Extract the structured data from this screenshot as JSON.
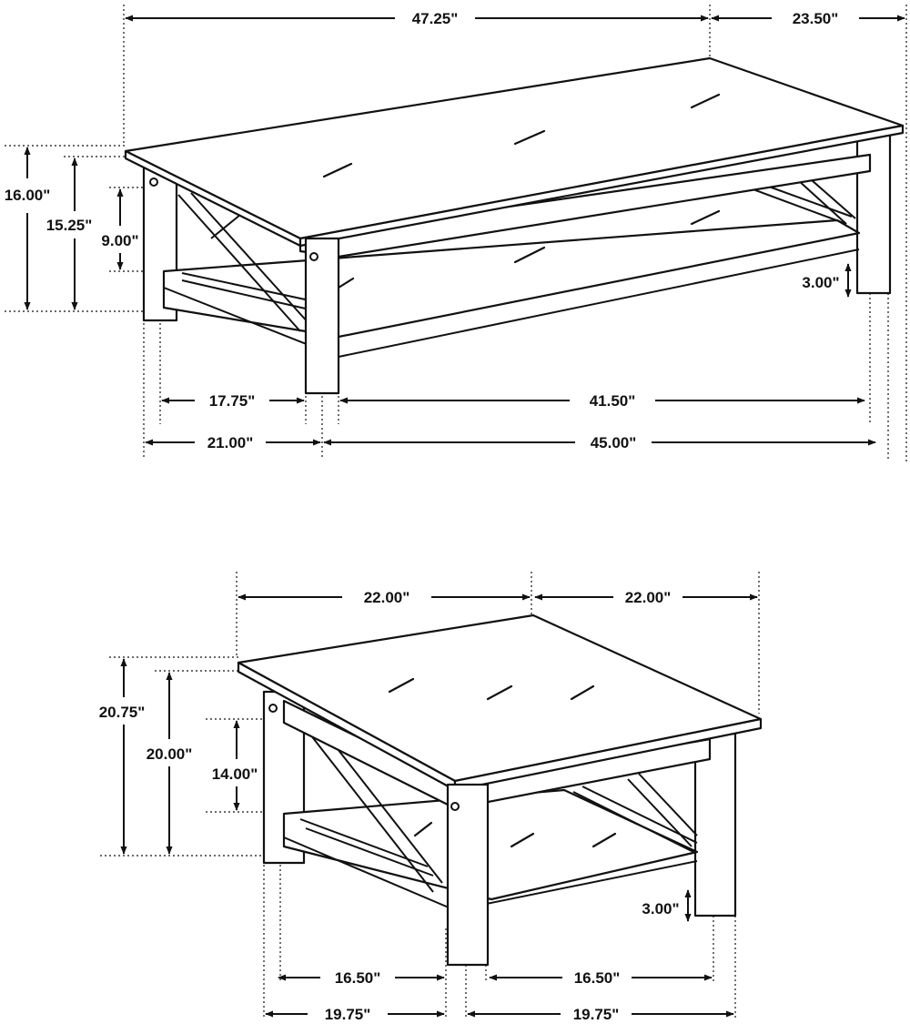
{
  "coffee_table": {
    "width_top": "47.25\"",
    "depth_top": "23.50\"",
    "height_total": "16.00\"",
    "height_frame": "15.25\"",
    "shelf_clearance": "9.00\"",
    "shelf_height": "3.00\"",
    "inner_depth": "17.75\"",
    "inner_width": "41.50\"",
    "outer_depth": "21.00\"",
    "outer_width": "45.00\""
  },
  "end_table": {
    "depth_top": "22.00\"",
    "width_top": "22.00\"",
    "height_total": "20.75\"",
    "height_frame": "20.00\"",
    "shelf_clearance": "14.00\"",
    "shelf_height": "3.00\"",
    "inner_depth": "16.50\"",
    "inner_width": "16.50\"",
    "outer_depth": "19.75\"",
    "outer_width": "19.75\""
  }
}
